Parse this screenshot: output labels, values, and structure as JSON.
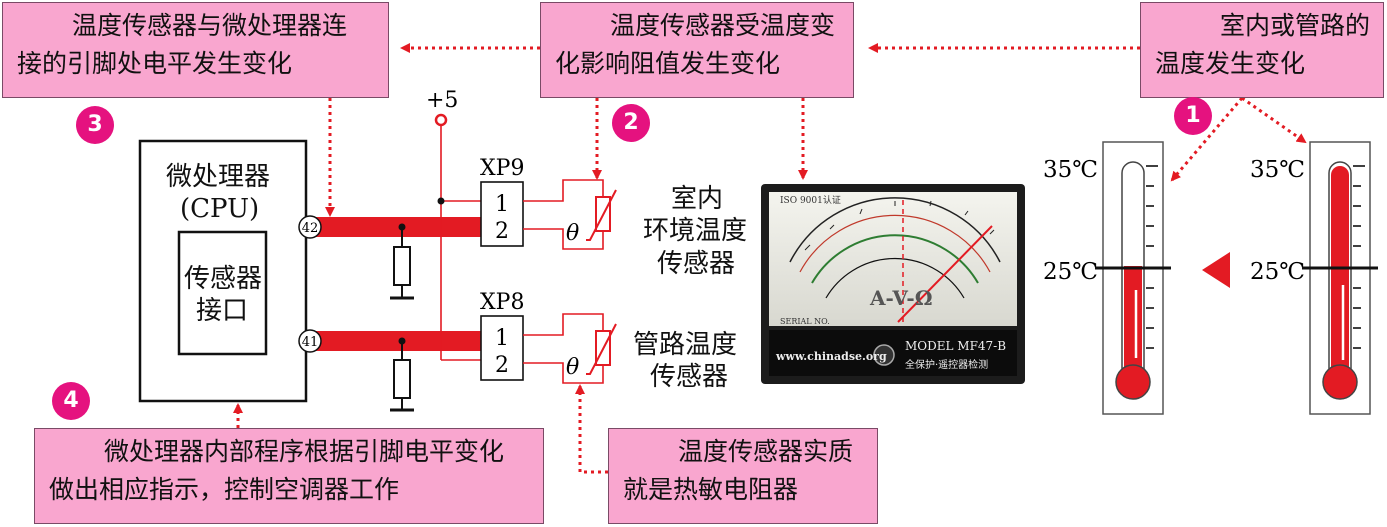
{
  "boxes": {
    "pin_level": {
      "line1": "温度传感器与微处理器连",
      "line2": "接的引脚处电平发生变化"
    },
    "resistance": {
      "line1": "温度传感器受温度变",
      "line2": "化影响阻值发生变化"
    },
    "env_change": {
      "line1": "室内或管路的",
      "line2": "温度发生变化"
    },
    "program": {
      "line1": "微处理器内部程序根据引脚电平变化",
      "line2": "做出相应指示，控制空调器工作"
    },
    "essence": {
      "line1": "温度传感器实质",
      "line2": "就是热敏电阻器"
    }
  },
  "steps": [
    "1",
    "2",
    "3",
    "4"
  ],
  "circuit": {
    "cpu_title": "微处理器",
    "cpu_subtitle": "(CPU)",
    "sensor_interface_1": "传感器",
    "sensor_interface_2": "接口",
    "pin_top": "42",
    "pin_bottom": "41",
    "supply": "+5",
    "connector_top": "XP9",
    "connector_bottom": "XP8",
    "pin1": "1",
    "pin2": "2",
    "theta": "θ"
  },
  "sensors": {
    "indoor_1": "室内",
    "indoor_2": "环境温度",
    "indoor_3": "传感器",
    "pipe_1": "管路温度",
    "pipe_2": "传感器"
  },
  "meter": {
    "model": "MODEL  MF47-B",
    "website": "www.chinadse.org",
    "slogan": "全保护·遥控器检测",
    "avo": "A-V-Ω",
    "iso": "ISO 9001认证",
    "serial": "SERIAL NO."
  },
  "thermometers": {
    "left_high": "35℃",
    "left_mid": "25℃",
    "right_high": "35℃",
    "right_mid": "25℃"
  },
  "colors": {
    "box_fill": "#f9a6cf",
    "step": "#e5127f",
    "wire": "#e31b23",
    "arrow": "#e31b23"
  }
}
